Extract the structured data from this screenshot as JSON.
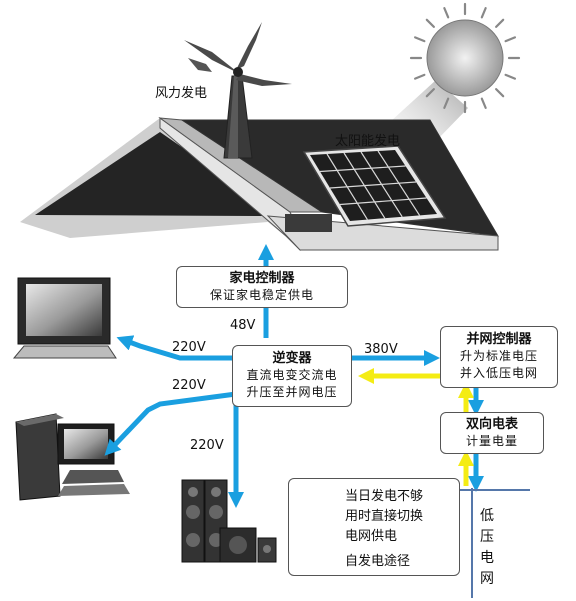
{
  "labels": {
    "wind": "风力发电",
    "solar": "太阳能发电",
    "v48": "48V",
    "v220_tv": "220V",
    "v220_pc": "220V",
    "v220_audio": "220V",
    "v380": "380V",
    "grid_vertical": [
      "低",
      "压",
      "电",
      "网"
    ]
  },
  "boxes": {
    "home_controller": {
      "title": "家电控制器",
      "sub": "保证家电稳定供电"
    },
    "inverter": {
      "title": "逆变器",
      "lines": [
        "直流电变交流电",
        "升压至并网电压"
      ]
    },
    "grid_controller": {
      "title": "并网控制器",
      "lines": [
        "升为标准电压",
        "并入低压电网"
      ]
    },
    "meter": {
      "title": "双向电表",
      "sub": "计量电量"
    }
  },
  "legend": {
    "yellow_text": [
      "当日发电不够",
      "用时直接切换",
      "电网供电"
    ],
    "blue_text": "自发电途径"
  },
  "colors": {
    "blue": "#1a9fe0",
    "yellow": "#f4ec14",
    "roof": "#1c1c1c",
    "grid_line": "#5577aa"
  }
}
